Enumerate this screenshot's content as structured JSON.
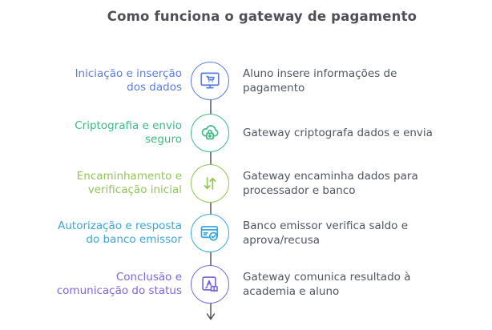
{
  "title": "Como funciona o gateway de pagamento",
  "timeline": {
    "line_color": "#4a4a4a",
    "arrow": "down"
  },
  "steps": [
    {
      "label": "Iniciação e inserção dos dados",
      "description": "Aluno insere informações de pagamento",
      "color": "#5b7ce2",
      "icon": "monitor-cart-icon"
    },
    {
      "label": "Criptografia e envio seguro",
      "description": "Gateway criptografa dados e envia",
      "color": "#3eba83",
      "icon": "cloud-lock-icon"
    },
    {
      "label": "Encaminhamento e verificação inicial",
      "description": "Gateway encaminha dados para processador e banco",
      "color": "#92c655",
      "icon": "arrows-up-down-icon"
    },
    {
      "label": "Autorização e resposta do banco emissor",
      "description": "Banco emissor verifica saldo e aprova/recusa",
      "color": "#38a8da",
      "icon": "card-check-icon"
    },
    {
      "label": "Conclusão e comunicação do status",
      "description": "Gateway comunica resultado à academia e aluno",
      "color": "#7a6ad9",
      "icon": "book-a-icon"
    }
  ]
}
